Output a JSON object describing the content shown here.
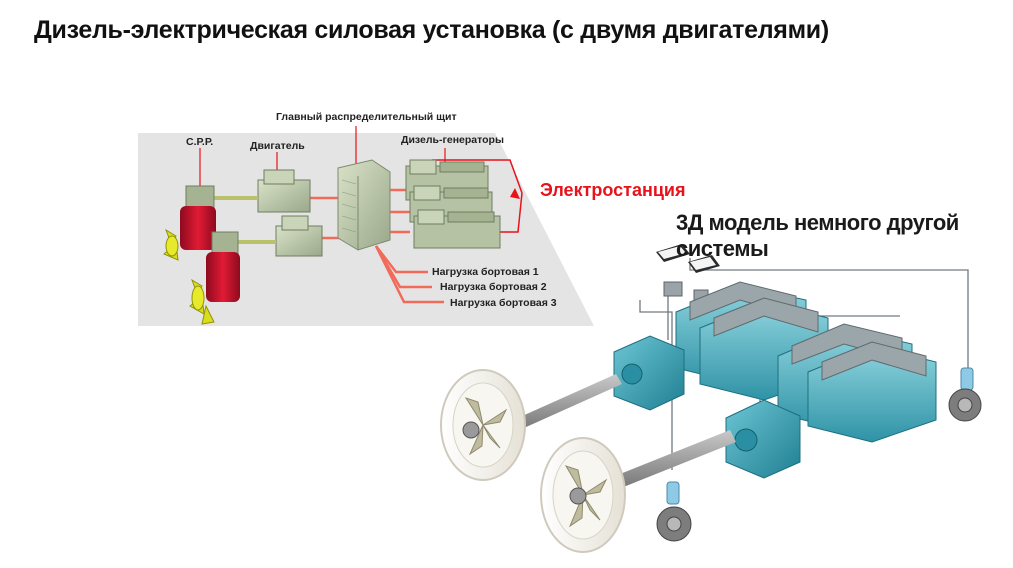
{
  "title": "Дизель-электрическая силовая установка (с двумя двигателями)",
  "diagram_2d": {
    "labels": {
      "crp": "С.Р.Р.",
      "engine": "Двигатель",
      "switchboard": "Главный распределительный щит",
      "generators": "Дизель-генераторы",
      "load1": "Нагрузка бортовая 1",
      "load2": "Нагрузка бортовая 2",
      "load3": "Нагрузка бортовая 3"
    },
    "power_station_label": "Электростанция",
    "colors": {
      "lines": "#f26a5a",
      "station": "#e8121b",
      "pod": "#c8102e",
      "propeller": "#d9dd1c",
      "equipment": "#c9d4b8",
      "background": "#e4e4e4"
    }
  },
  "model_3d": {
    "caption": "3Д модель немного другой системы",
    "colors": {
      "engine": "#4fb8c6",
      "gearbox": "#3a9fb0",
      "shaft": "#8a8a8a",
      "duct": "#f2efe6",
      "sensor": "#8ec9e6"
    }
  }
}
